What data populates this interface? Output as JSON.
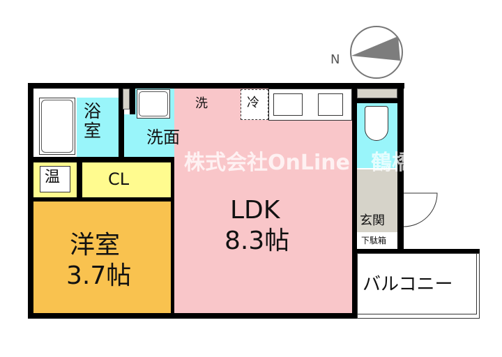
{
  "compass": {
    "label": "N"
  },
  "rooms": {
    "bath": "浴\n室",
    "washroom": "洗面",
    "washer": "洗",
    "fridge": "冷",
    "water_heater": "温",
    "closet": "CL",
    "western_room": "洋室",
    "western_room_size": "3.7帖",
    "ldk": "LDK",
    "ldk_size": "8.3帖",
    "entrance": "玄関",
    "shoe_box": "下駄箱",
    "balcony": "バルコニー"
  },
  "watermark": "株式会社OnLine　鶴橋店",
  "colors": {
    "wet_area": "#99F5FA",
    "storage": "#FFFB8F",
    "western_room": "#F9C24F",
    "ldk": "#F9C6C9",
    "entrance": "#D6D3C9",
    "wall": "#000000"
  }
}
